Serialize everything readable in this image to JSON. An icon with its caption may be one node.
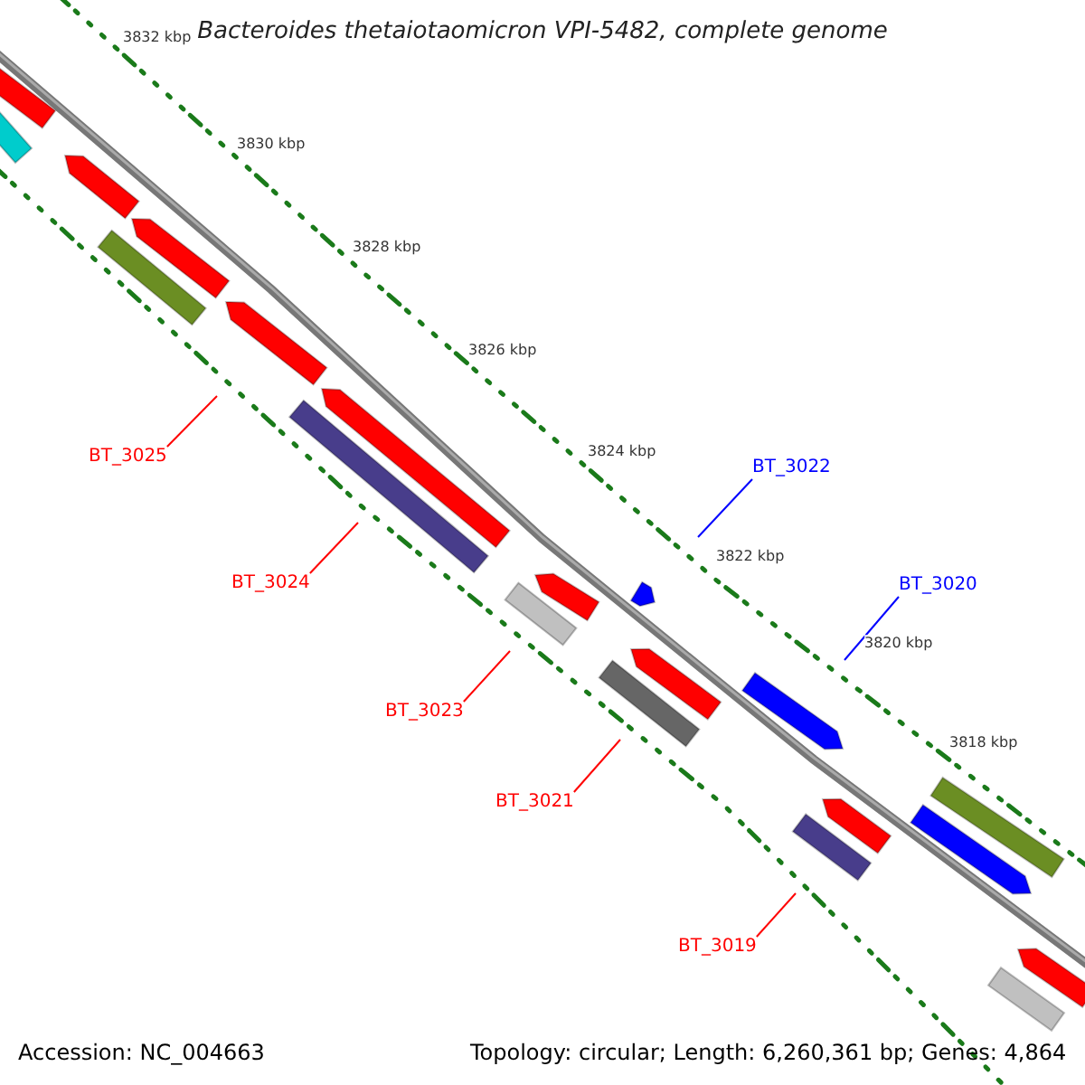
{
  "diagram": {
    "title": "Bacteroides thetaiotaomicron VPI-5482, complete genome",
    "nodes": [
      {
        "text": [
          "BT_3025"
        ]
      },
      {
        "text": [
          "BT_3022"
        ]
      },
      {
        "text": [
          "BT_3024"
        ]
      },
      {
        "text": [
          "BT_3020"
        ]
      },
      {
        "text": [
          "BT_3023"
        ]
      },
      {
        "text": [
          "BT_3021"
        ]
      },
      {
        "text": [
          "BT_3019"
        ]
      }
    ],
    "edges": [
      {
        "from": 0,
        "to": null,
        "arrow": "none"
      },
      {
        "from": 1,
        "to": null,
        "arrow": "none",
        "color": "#0000ff"
      },
      {
        "from": 2,
        "to": null,
        "arrow": "none"
      },
      {
        "from": 3,
        "to": null,
        "arrow": "none",
        "color": "#0000ff"
      },
      {
        "from": 4,
        "to": null,
        "arrow": "none"
      },
      {
        "from": 5,
        "to": null,
        "arrow": "none"
      },
      {
        "from": 6,
        "to": null,
        "arrow": "none"
      }
    ],
    "labels": [
      "3832 kbp",
      "3830 kbp",
      "3828 kbp",
      "3826 kbp",
      "3824 kbp",
      "3822 kbp",
      "3820 kbp",
      "3818 kbp",
      "Accession: NC_004663",
      "Topology: circular; Length: 6,260,361 bp; Genes: 4,864"
    ]
  }
}
